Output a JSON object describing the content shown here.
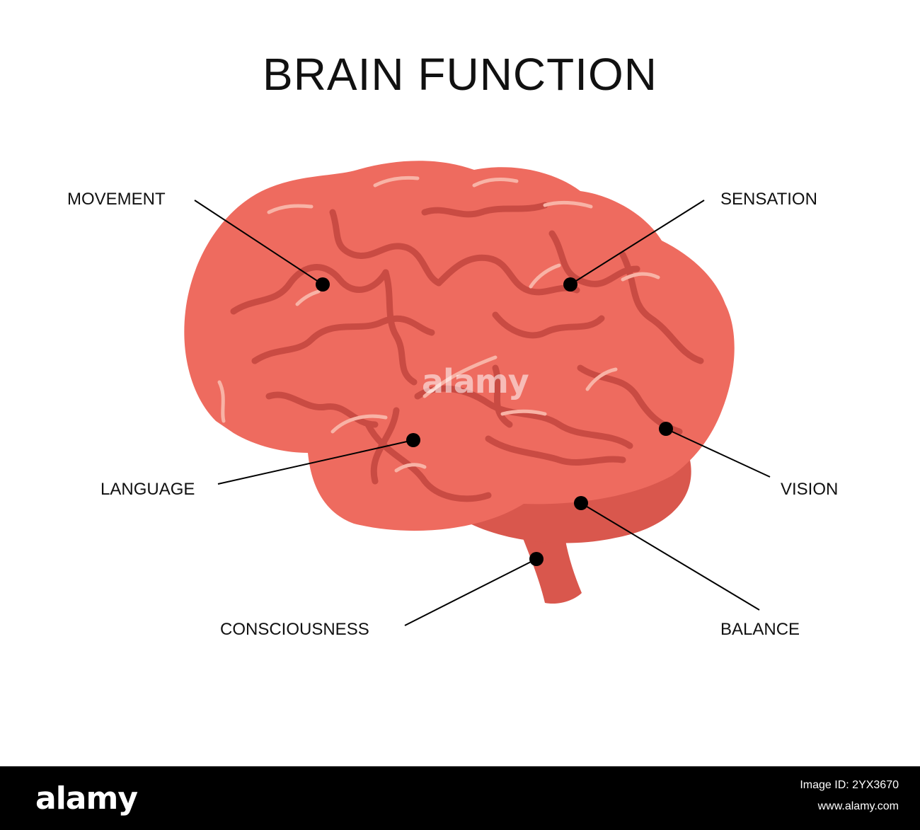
{
  "title": "BRAIN FUNCTION",
  "labels": {
    "movement": "MOVEMENT",
    "sensation": "SENSATION",
    "language": "LANGUAGE",
    "vision": "VISION",
    "consciousness": "CONSCIOUSNESS",
    "balance": "BALANCE"
  },
  "colors": {
    "brain": "#ee6b5f",
    "brain_shadow": "#d9574d",
    "groove": "#c94b43",
    "highlight": "#f8b3a6",
    "marker": "#000000"
  },
  "watermark": "alamy",
  "footer": {
    "logo": "alamy",
    "image_id_label": "Image ID: 2YX3670",
    "site": "www.alamy.com"
  }
}
